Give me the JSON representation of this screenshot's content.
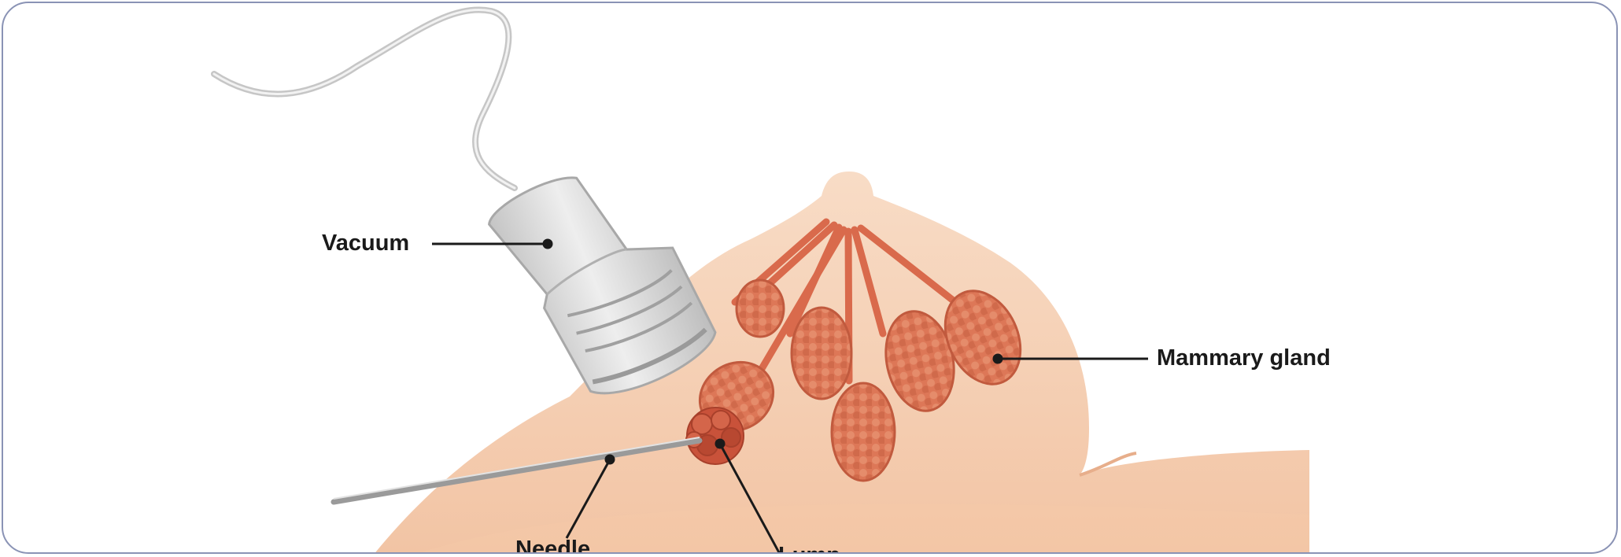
{
  "labels": {
    "vacuum": "Vacuum",
    "mammary_gland": "Mammary gland",
    "needle": "Needle",
    "lump": "Lump"
  },
  "colors": {
    "skin": "#f6d2b7",
    "skin_shadow": "#edb995",
    "gland": "#dc7454",
    "gland_dark": "#b8553a",
    "lump": "#c9523a",
    "probe": "#d8d8d8",
    "card_border": "#8a93b5"
  },
  "icons": [
    "ultrasound-probe-icon",
    "needle-icon"
  ]
}
